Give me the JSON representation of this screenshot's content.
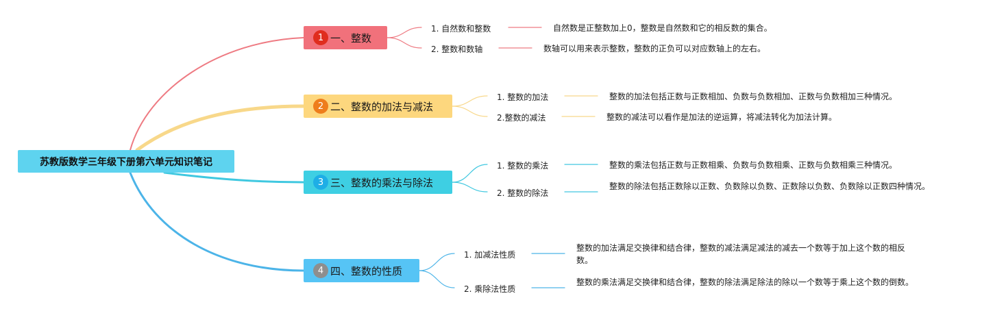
{
  "root": {
    "title": "苏教版数学三年级下册第六单元知识笔记",
    "color": "#5ed3ef"
  },
  "branches": [
    {
      "num": "1",
      "title": "一、整数",
      "color": "#f1717b",
      "badge_color": "#e02d1e",
      "line_color": "#ee7a82",
      "items": [
        {
          "label": "1. 自然数和整数",
          "desc": "自然数是正整数加上0，整数是自然数和它的相反数的集合。"
        },
        {
          "label": "2. 整数和数轴",
          "desc": "数轴可以用来表示整数，整数的正负可以对应数轴上的左右。"
        }
      ]
    },
    {
      "num": "2",
      "title": "二、整数的加法与减法",
      "color": "#fdd77e",
      "badge_color": "#ee7d1c",
      "line_color": "#f8d88a",
      "items": [
        {
          "label": "1. 整数的加法",
          "desc": "整数的加法包括正数与正数相加、负数与负数相加、正数与负数相加三种情况。"
        },
        {
          "label": "2.整数的减法",
          "desc": "整数的减法可以看作是加法的逆运算，将减法转化为加法计算。"
        }
      ]
    },
    {
      "num": "3",
      "title": "三、整数的乘法与除法",
      "color": "#3ecfe3",
      "badge_color": "#1eaee6",
      "line_color": "#40c8e0",
      "items": [
        {
          "label": "1. 整数的乘法",
          "desc": "整数的乘法包括正数与正数相乘、负数与负数相乘、正数与负数相乘三种情况。"
        },
        {
          "label": "2. 整数的除法",
          "desc": "整数的除法包括正数除以正数、负数除以负数、正数除以负数、负数除以正数四种情况。"
        }
      ]
    },
    {
      "num": "4",
      "title": "四、整数的性质",
      "color": "#56c4f5",
      "badge_color": "#8e8e8e",
      "line_color": "#4cb4e8",
      "items": [
        {
          "label": "1. 加减法性质",
          "desc": "整数的加法满足交换律和结合律，整数的减法满足减法的减去一个数等于加上这个数的相反数。"
        },
        {
          "label": "2. 乘除法性质",
          "desc": "整数的乘法满足交换律和结合律，整数的除法满足除法的除以一个数等于乘上这个数的倒数。"
        }
      ]
    }
  ]
}
